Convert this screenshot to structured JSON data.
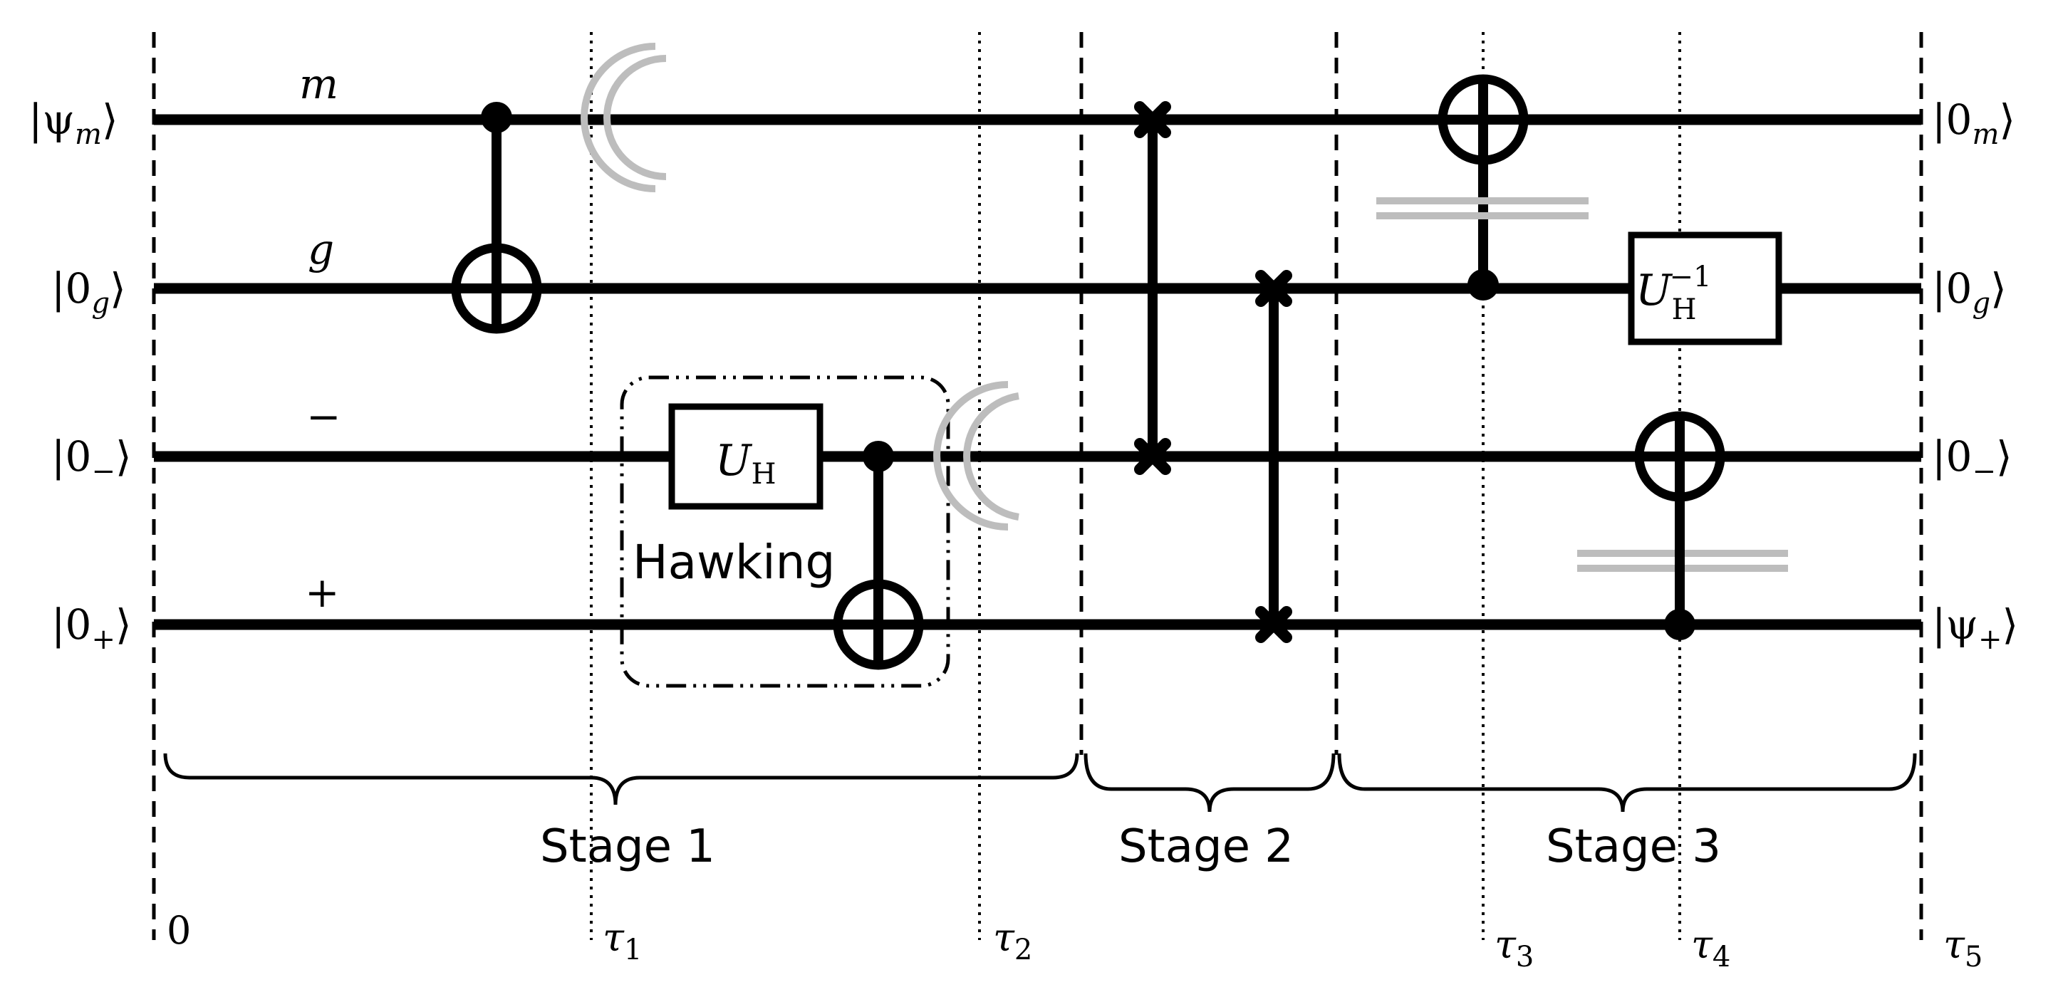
{
  "inputs": {
    "m": "|ψ",
    "m_sub": "m",
    "g": "|0",
    "g_sub": "g",
    "minus": "|0",
    "minus_sub": "−",
    "plus": "|0",
    "plus_sub": "+"
  },
  "outputs": {
    "m": "|0",
    "m_sub": "m",
    "g": "|0",
    "g_sub": "g",
    "minus": "|0",
    "minus_sub": "−",
    "plus": "|ψ",
    "plus_sub": "+"
  },
  "ket_close": "⟩",
  "wire_labels": {
    "m": "m",
    "g": "g",
    "minus": "−",
    "plus": "+"
  },
  "gates": {
    "uh": "U",
    "uh_sub": "H",
    "uh_inv": "U",
    "uh_inv_sub": "H",
    "uh_inv_sup": "−1"
  },
  "hawking_label": "Hawking",
  "stages": {
    "stage1": "Stage 1",
    "stage2": "Stage 2",
    "stage3": "Stage 3"
  },
  "times": {
    "t0": "0",
    "tau": "τ",
    "t1_sub": "1",
    "t2_sub": "2",
    "t3_sub": "3",
    "t4_sub": "4",
    "t5_sub": "5"
  }
}
